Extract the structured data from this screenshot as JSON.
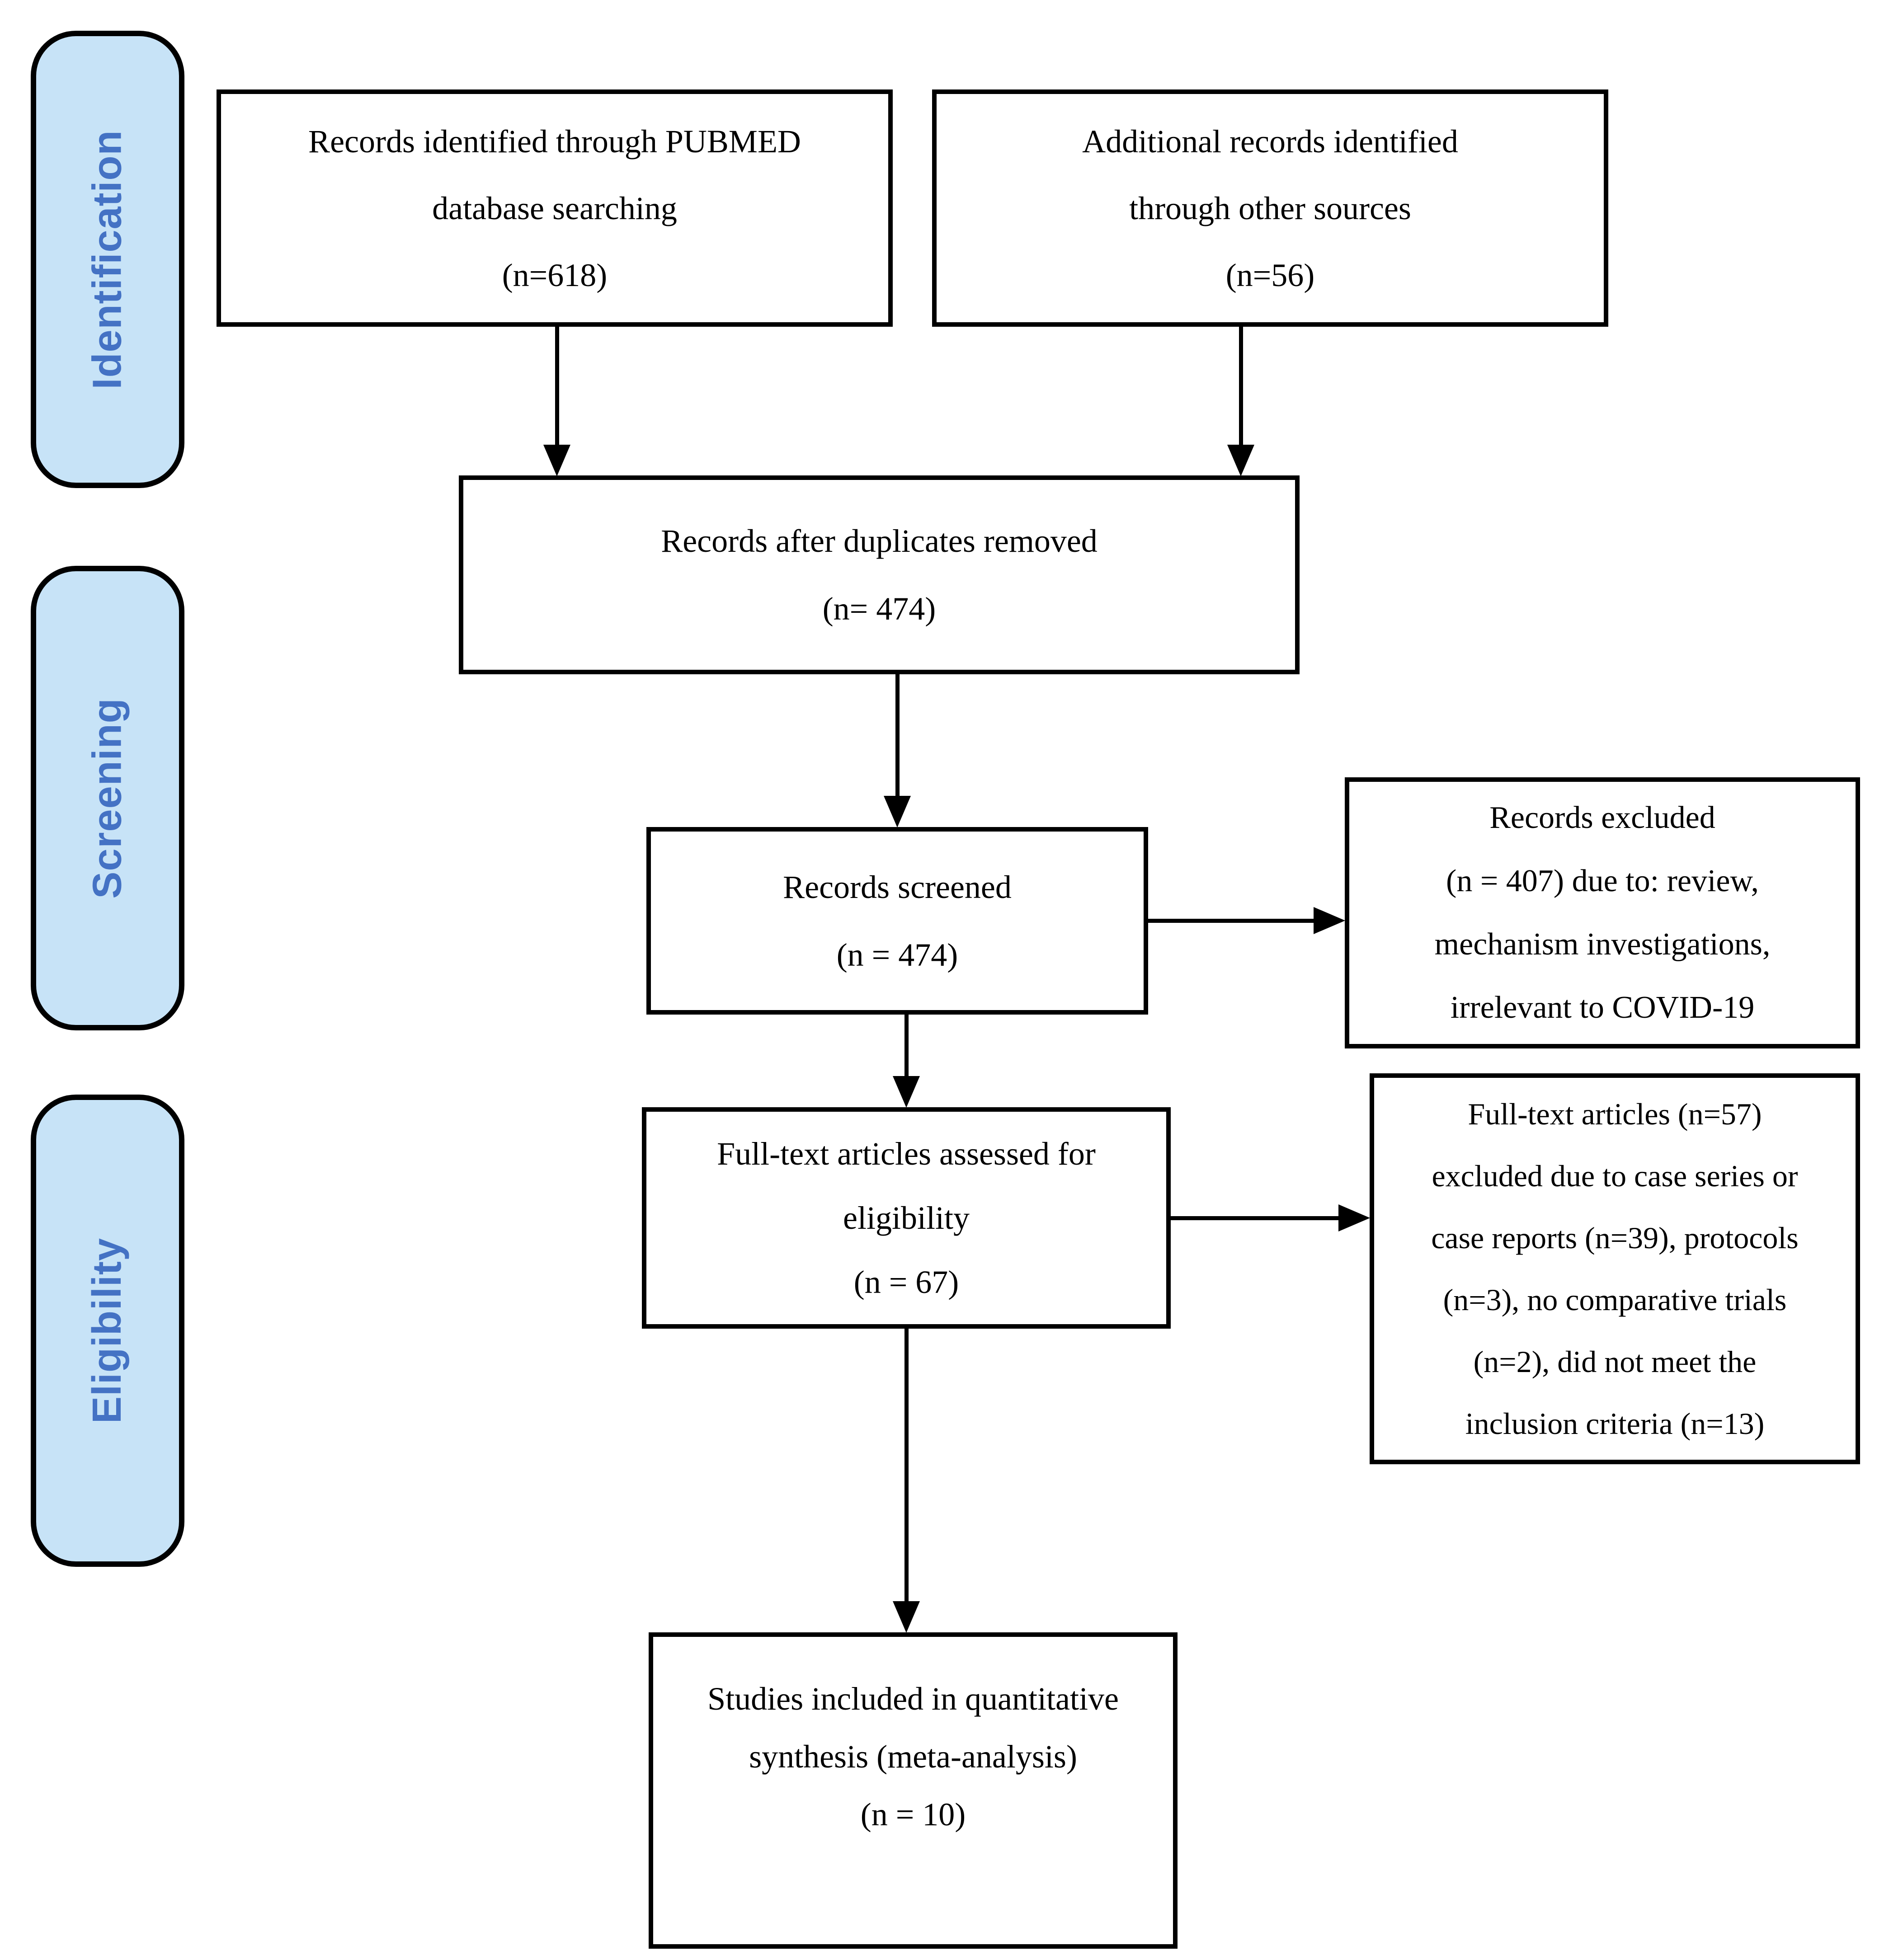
{
  "diagram": {
    "stages": {
      "identification": {
        "label": "Identification"
      },
      "screening": {
        "label": "Screening"
      },
      "eligibility": {
        "label": "Eligibility"
      }
    },
    "boxes": {
      "records_identified": {
        "text": "Records identified through PUBMED\ndatabase searching\n(n=618)"
      },
      "additional_records": {
        "text": "Additional records identified\nthrough other sources\n(n=56)"
      },
      "duplicates_removed": {
        "text": "Records after duplicates removed\n(n= 474)"
      },
      "records_screened": {
        "text": "Records screened\n(n = 474)"
      },
      "records_excluded": {
        "text": "Records excluded\n(n = 407) due to: review,\nmechanism investigations,\nirrelevant to COVID-19"
      },
      "fulltext_assessed": {
        "text": "Full-text articles assessed for\neligibility\n(n = 67)"
      },
      "fulltext_excluded": {
        "text": "Full-text articles (n=57)\nexcluded due to case series or\ncase reports (n=39), protocols\n(n=3), no comparative trials\n(n=2), did not meet the\ninclusion criteria (n=13)"
      },
      "studies_included": {
        "text": "Studies included in quantitative\nsynthesis (meta-analysis)\n(n = 10)"
      }
    },
    "colors": {
      "stage_fill": "#C7E3F7",
      "stage_text": "#4472C4",
      "box_border": "#000000",
      "background": "#FFFFFF"
    }
  }
}
